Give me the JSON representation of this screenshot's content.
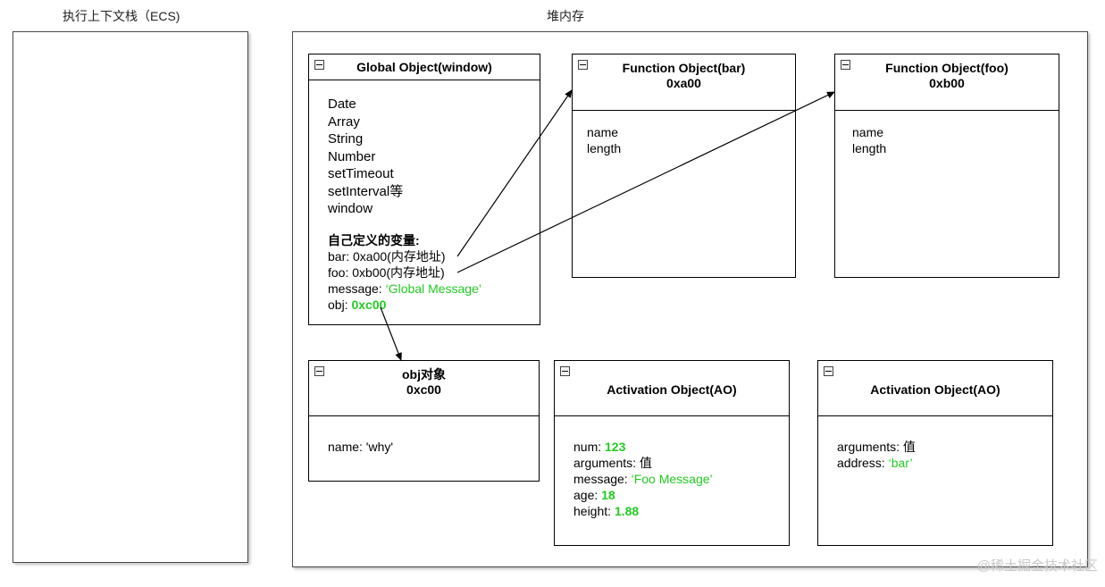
{
  "ecs": {
    "title": "执行上下文栈（ECS)"
  },
  "heap": {
    "title": "堆内存"
  },
  "global_object": {
    "title": "Global Object(window)",
    "builtins": [
      "Date",
      "Array",
      "String",
      "Number",
      "setTimeout",
      "setInterval等",
      "window"
    ],
    "custom_heading": "自己定义的变量:",
    "bar_line": "bar: 0xa00(内存地址)",
    "foo_line": "foo: 0xb00(内存地址)",
    "message_key": "message: ",
    "message_value": "‘Global Message’",
    "obj_key": "obj: ",
    "obj_value": "0xc00"
  },
  "func_bar": {
    "title": "Function Object(bar)",
    "address": "0xa00",
    "props": [
      "name",
      "length"
    ]
  },
  "func_foo": {
    "title": "Function Object(foo)",
    "address": "0xb00",
    "props": [
      "name",
      "length"
    ]
  },
  "obj_box": {
    "title": "obj对象",
    "address": "0xc00",
    "prop": "name: 'why'"
  },
  "ao_foo": {
    "title": "Activation Object(AO)",
    "num_key": "num: ",
    "num_value": "123",
    "arguments_line": "arguments: 值",
    "message_key": "message: ",
    "message_value": "‘Foo Message’",
    "age_key": "age: ",
    "age_value": "18",
    "height_key": "height: ",
    "height_value": "1.88"
  },
  "ao_bar": {
    "title": "Activation Object(AO)",
    "arguments_line": "arguments: 值",
    "address_key": "address: ",
    "address_value": "‘bar’"
  },
  "watermark": "@稀土掘金技术社区",
  "colors": {
    "value_green": "#22cc22",
    "border": "#000000"
  }
}
